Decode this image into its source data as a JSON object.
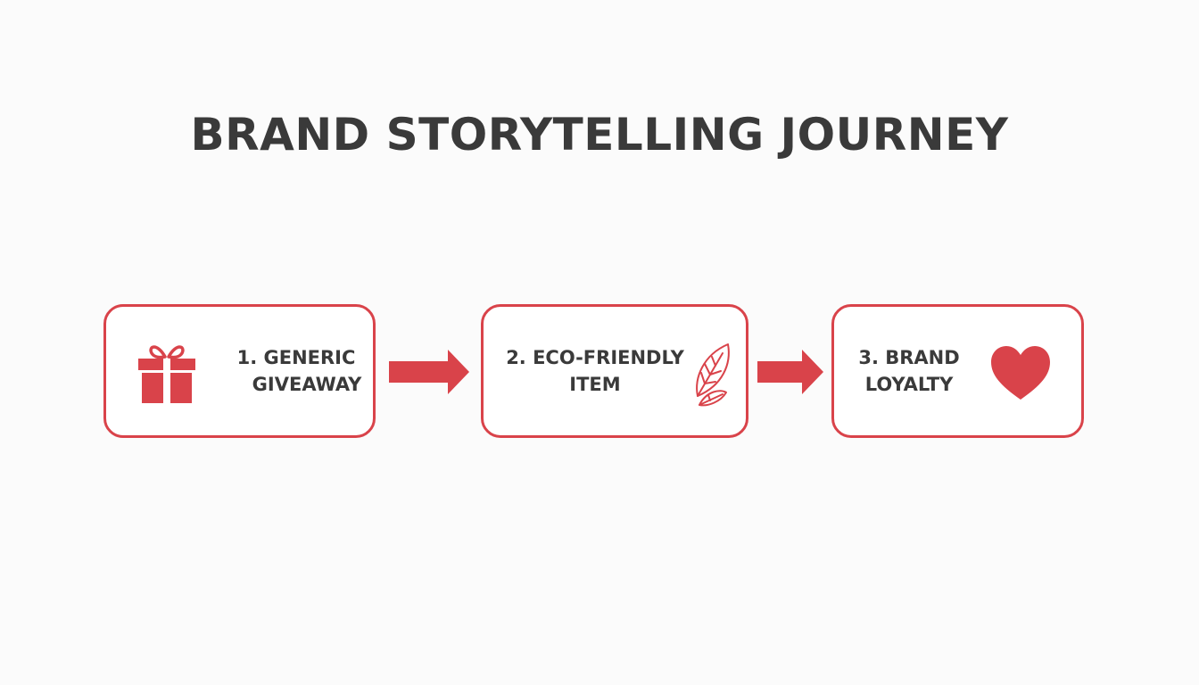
{
  "title": "BRAND STORYTELLING JOURNEY",
  "accent_color": "#d9434a",
  "steps": [
    {
      "line1": "1. GENERIC",
      "line2": "GIVEAWAY",
      "icon": "gift-icon"
    },
    {
      "line1": "2. ECO-FRIENDLY",
      "line2": "ITEM",
      "icon": "leaf-icon"
    },
    {
      "line1": "3. BRAND",
      "line2": "LOYALTY",
      "icon": "heart-icon"
    }
  ]
}
